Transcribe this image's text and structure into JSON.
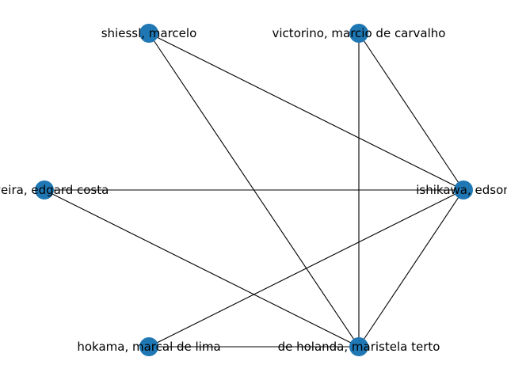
{
  "graph": {
    "node_color": "#1f77b4",
    "edge_color": "#000000",
    "nodes": [
      {
        "id": "shiessl",
        "label": "shiessl, marcelo"
      },
      {
        "id": "victorino",
        "label": "victorino, marcio de carvalho"
      },
      {
        "id": "oliveira",
        "label": "oliveira, edgard costa"
      },
      {
        "id": "ishikawa",
        "label": "ishikawa, edson"
      },
      {
        "id": "hokama",
        "label": "hokama, marcal de lima"
      },
      {
        "id": "deholanda",
        "label": "de holanda, maristela terto"
      }
    ],
    "edges": [
      [
        "shiessl",
        "ishikawa"
      ],
      [
        "shiessl",
        "deholanda"
      ],
      [
        "victorino",
        "ishikawa"
      ],
      [
        "victorino",
        "deholanda"
      ],
      [
        "oliveira",
        "ishikawa"
      ],
      [
        "oliveira",
        "deholanda"
      ],
      [
        "ishikawa",
        "hokama"
      ],
      [
        "ishikawa",
        "deholanda"
      ],
      [
        "hokama",
        "deholanda"
      ]
    ]
  }
}
